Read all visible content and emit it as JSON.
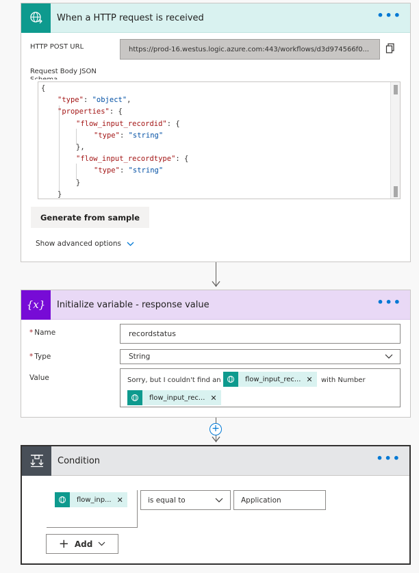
{
  "trigger": {
    "title": "When a HTTP request is received",
    "more": "•••",
    "url_label": "HTTP POST URL",
    "url_value": "https://prod-16.westus.logic.azure.com:443/workflows/d3d974566f0...",
    "schema_label_line1": "Request Body JSON",
    "schema_label_line2": "Schema",
    "schema_lines": [
      {
        "t": "{"
      },
      {
        "k": "\"type\"",
        "p": ": ",
        "s": "\"object\"",
        "e": ","
      },
      {
        "k": "\"properties\"",
        "p": ": {"
      },
      {
        "k": "\"flow_input_recordid\"",
        "p": ": {"
      },
      {
        "k": "\"type\"",
        "p": ": ",
        "s": "\"string\""
      },
      {
        "t": "},"
      },
      {
        "k": "\"flow_input_recordtype\"",
        "p": ": {"
      },
      {
        "k": "\"type\"",
        "p": ": ",
        "s": "\"string\""
      },
      {
        "t": "}"
      },
      {
        "t": "}"
      }
    ],
    "generate_label": "Generate from sample",
    "advanced_label": "Show advanced options"
  },
  "variable": {
    "title": "Initialize variable - response value",
    "icon_text": "{x}",
    "more": "•••",
    "name_label": "Name",
    "name_value": "recordstatus",
    "type_label": "Type",
    "type_value": "String",
    "value_label": "Value",
    "value_text_1": "Sorry, but I couldn't find an",
    "token_1": "flow_input_rec...",
    "value_text_2": "with Number",
    "token_2": "flow_input_rec..."
  },
  "insert_step": "+",
  "condition": {
    "title": "Condition",
    "more": "•••",
    "token": "flow_inp...",
    "operator": "is equal to",
    "compare_value": "Application",
    "add_label": "Add"
  },
  "colors": {
    "http_accent": "#0e9a8e",
    "variable_accent": "#770bd6",
    "condition_accent": "#484f58",
    "link_blue": "#0078d4"
  }
}
